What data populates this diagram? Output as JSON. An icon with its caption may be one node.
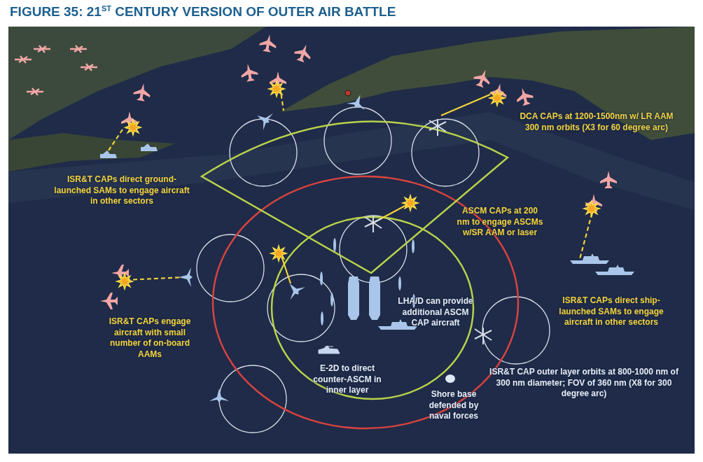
{
  "diagram": {
    "title": "FIGURE 35: 21$^{ST}$ CENTURY VERSION OF OUTER AIR BATTLE",
    "labels": [
      "DCA CAPs at 1200-1500nm w/ LR AAM 300 nm orbits (X3 for 60 degree arc)",
      "ISR&T CAPs direct ground-launched SAMs to engage aircraft in other sectors",
      "ASCM CAPs at 200 nm to engage ASCMs w/SR AAM or laser",
      "LHA/D can provide additional ASCM CAP aircraft",
      "ISR&T CAPs direct ship-launched SAMs to engage aircraft in other sectors",
      "ISR&T CAPs engage aircraft with small number of on-board AAMs",
      "E-2D to direct counter-ASCM in inner layer",
      "ISR&T CAP outer layer orbits at 800-1000 nm of 300 nm diameter; FOV of 360 nm (X8 for 300 degree arc)",
      "Shore base defended by naval forces"
    ]
  }
}
